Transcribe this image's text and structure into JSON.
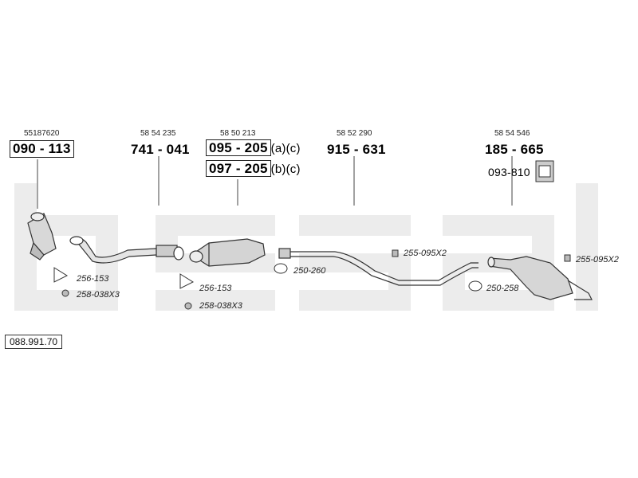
{
  "diagram": {
    "document_number": "088.991.70",
    "groups": [
      {
        "oem": "55187620",
        "code": "090 - 113",
        "boxed": true
      },
      {
        "oem": "58 54 235",
        "code": "741 - 041",
        "boxed": false
      },
      {
        "oem": "58 50 213",
        "code": "095 - 205",
        "suffix": "(a)(c)",
        "boxed": true
      },
      {
        "code": "097 - 205",
        "suffix": "(b)(c)",
        "boxed": true
      },
      {
        "oem": "58 52 290",
        "code": "915 - 631",
        "boxed": false
      },
      {
        "oem": "58 54 546",
        "code": "185 - 665",
        "boxed": false
      },
      {
        "code": "093-810",
        "boxed": false
      }
    ],
    "parts": [
      {
        "label": "256-153"
      },
      {
        "label": "258-038X3"
      },
      {
        "label": "256-153"
      },
      {
        "label": "258-038X3"
      },
      {
        "label": "250-260"
      },
      {
        "label": "255-095X2"
      },
      {
        "label": "250-258"
      },
      {
        "label": "255-095X2"
      }
    ],
    "colors": {
      "watermark": "#ececec",
      "line": "#333333",
      "part_fill": "#d8d8d8"
    }
  }
}
